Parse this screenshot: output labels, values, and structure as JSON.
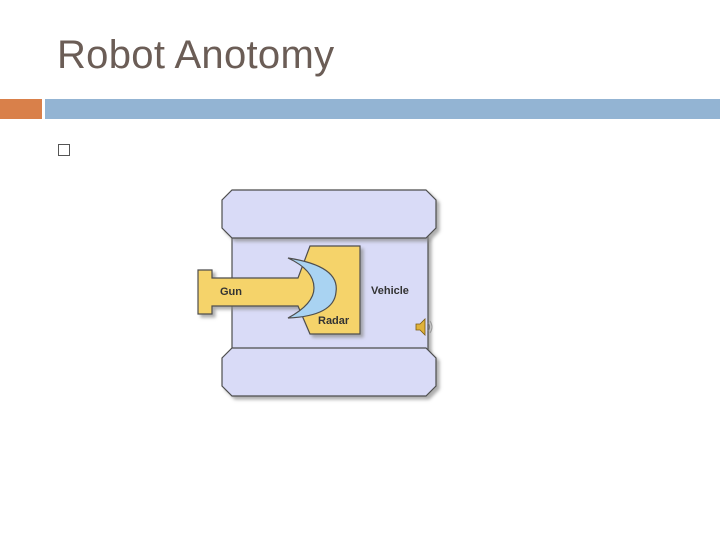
{
  "slide": {
    "title": "Robot Anotomy"
  },
  "diagram": {
    "labels": {
      "gun": "Gun",
      "radar": "Radar",
      "vehicle": "Vehicle"
    }
  },
  "colors": {
    "title": "#6b5d56",
    "accent_orange": "#d9804a",
    "accent_blue": "#93b4d3",
    "vehicle_fill": "#d9dbf7",
    "gun_fill": "#f5d36b",
    "radar_fill": "#a9d3f2"
  },
  "icons": {
    "bullet": "hollow-square-bullet-icon",
    "audio": "speaker-icon"
  }
}
